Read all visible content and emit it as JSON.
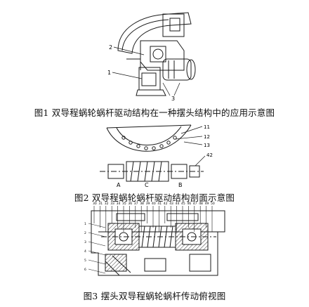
{
  "captions": {
    "fig1": "图1 双导程蜗轮蜗杆驱动结构在一种摆头结构中的应用示意图",
    "fig2": "图2 双导程蜗轮蜗杆驱动结构剖面示意图",
    "fig3": "图3 摆头双导程蜗轮蜗杆传动俯视图"
  },
  "fig1_labels": {
    "a": "2",
    "b": "1",
    "c": "3"
  },
  "fig2_labels": {
    "a": "A",
    "b": "C",
    "c": "B",
    "d": "11",
    "e": "12",
    "f": "13",
    "g": "42"
  },
  "fig3_labels": [
    "30",
    "31",
    "32",
    "33",
    "34",
    "35",
    "36",
    "37",
    "38",
    "39",
    "40",
    "41",
    "42",
    "43",
    "44",
    "45",
    "46",
    "47",
    "48",
    "49",
    "50",
    "1",
    "2",
    "3",
    "4",
    "5",
    "6"
  ],
  "colors": {
    "line": "#1a1a1a",
    "fill": "#ffffff",
    "hatch": "#333333"
  }
}
